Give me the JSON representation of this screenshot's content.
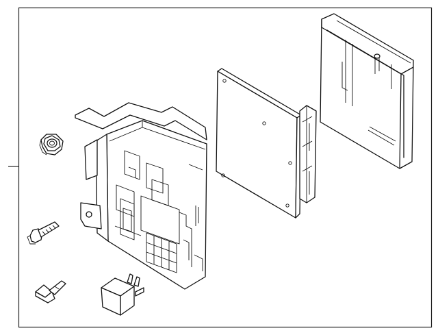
{
  "diagram": {
    "background": "#ffffff",
    "line_color": "#111111",
    "parts": [
      "ecm-cover",
      "ecm-module",
      "junction-box",
      "nut",
      "bolt",
      "clip",
      "relay"
    ]
  }
}
